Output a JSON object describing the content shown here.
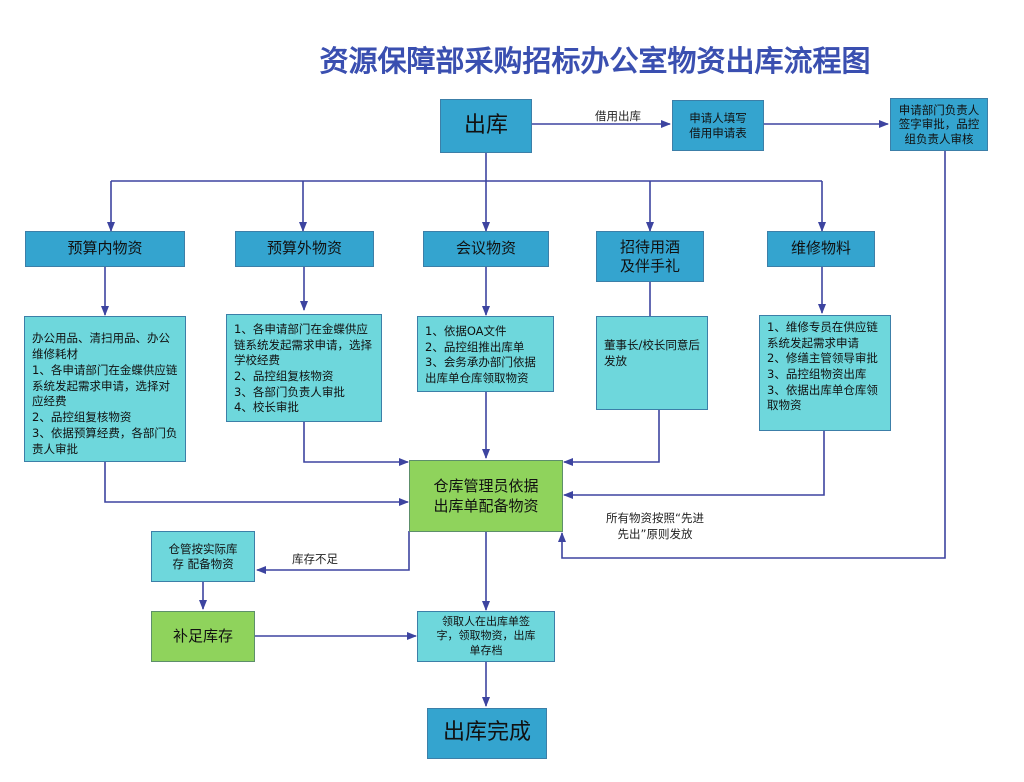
{
  "title": "资源保障部采购招标办公室物资出库流程图",
  "colors": {
    "title": "#3a4fb0",
    "connector": "#3d44a0",
    "box_blue": "#34a4cf",
    "box_cyan": "#6ed7dc",
    "box_green": "#8fd35c"
  },
  "nodes": {
    "start": "出库",
    "borrow_form": "申请人填写\n借用申请表",
    "dept_approval": "申请部门负责人\n签字审批，品控\n组负责人审核",
    "in_budget": "预算内物资",
    "out_budget": "预算外物资",
    "meeting": "会议物资",
    "hospitality": "招待用酒\n及伴手礼",
    "maintenance": "维修物料",
    "in_budget_detail": "办公用品、清扫用品、办公维修耗材\n1、各申请部门在金蝶供应链系统发起需求申请，选择对应经费\n2、品控组复核物资\n3、依据预算经费，各部门负责人审批",
    "out_budget_detail": "1、各申请部门在金蝶供应链系统发起需求申请，选择学校经费\n2、品控组复核物资\n3、各部门负责人审批\n4、校长审批",
    "meeting_detail": "1、依据OA文件\n2、品控组推出库单\n3、会务承办部门依据出库单仓库领取物资",
    "hospitality_detail": "董事长/校长同意后发放",
    "maintenance_detail": "1、维修专员在供应链系统发起需求申请\n2、修缮主管领导审批\n3、品控组物资出库\n3、依据出库单仓库领取物资",
    "warehouse": "仓库管理员依据\n出库单配备物资",
    "stock_prepare": "仓管按实际库\n存 配备物资",
    "replenish": "补足库存",
    "sign_receive": "领取人在出库单签\n字，领取物资，出库\n单存档",
    "done": "出库完成"
  },
  "edge_labels": {
    "borrow": "借用出库",
    "shortage": "库存不足",
    "fifo": "所有物资按照“先进\n先出”原则发放"
  }
}
